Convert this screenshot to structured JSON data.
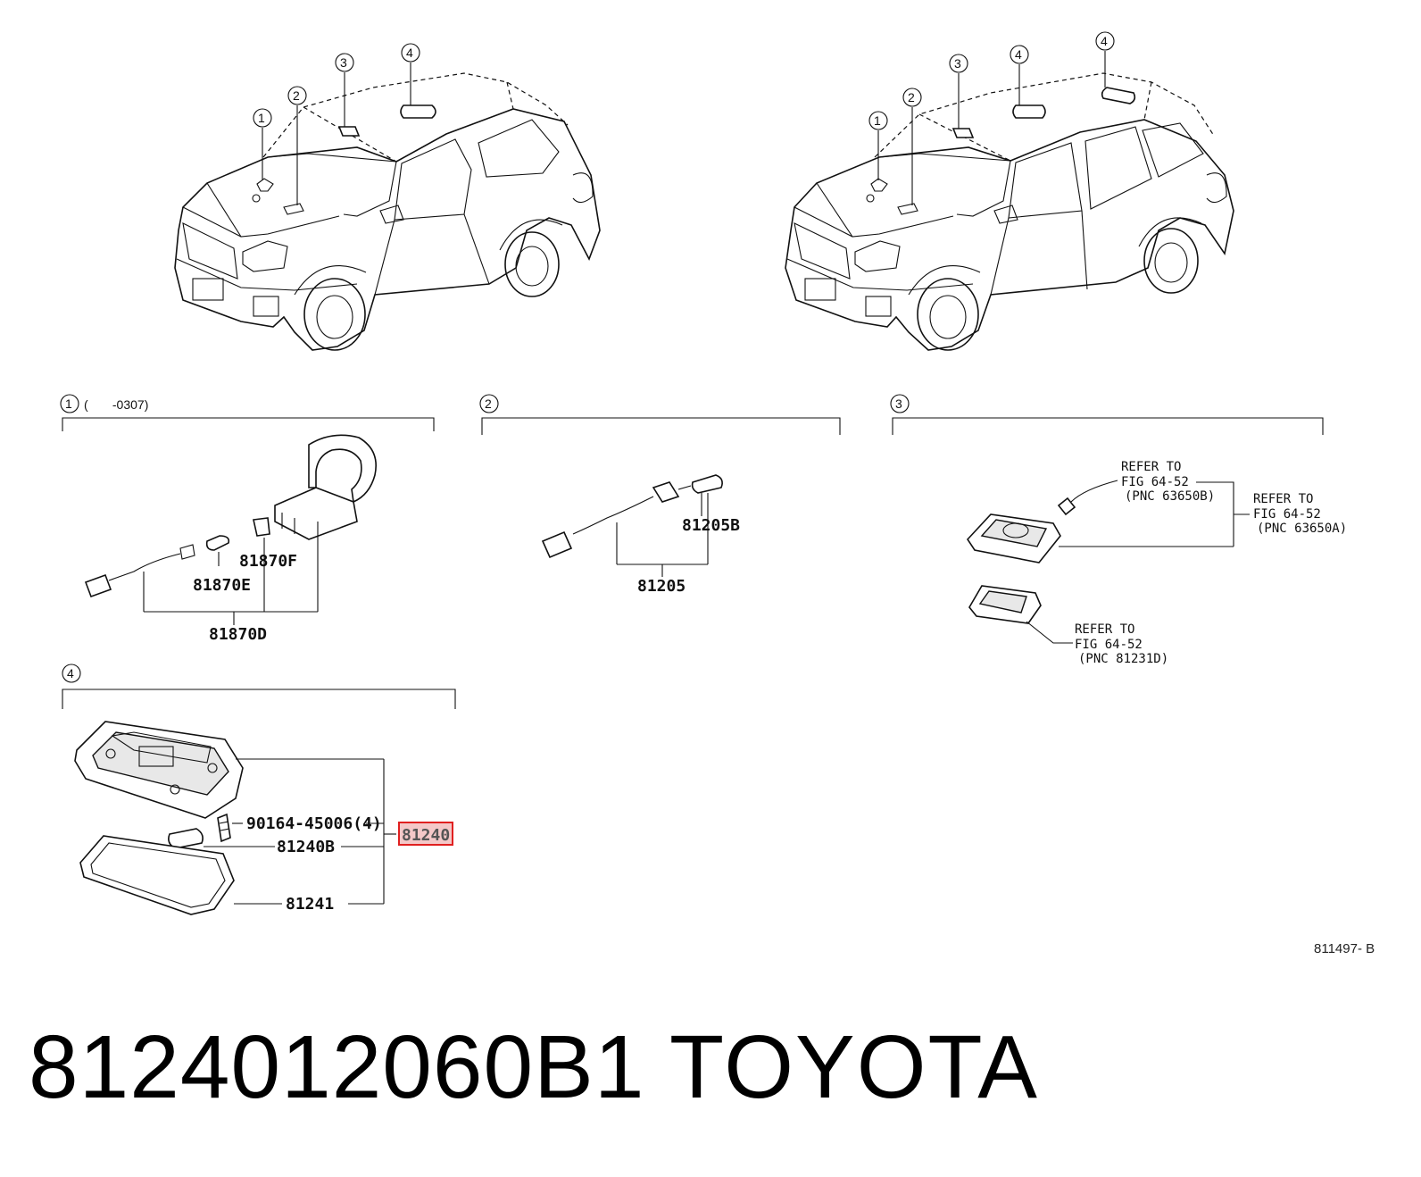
{
  "figure_code": "811497- B",
  "footer": {
    "part_number": "8124012060B1",
    "brand": "TOYOTA"
  },
  "vehicle_left": {
    "callouts": [
      "1",
      "2",
      "3",
      "4"
    ]
  },
  "vehicle_right": {
    "callouts": [
      "1",
      "2",
      "3",
      "4",
      "4"
    ]
  },
  "section1": {
    "index": "1",
    "range": "(       -0307)",
    "labels": {
      "p_81870F": "81870F",
      "p_81870E": "81870E",
      "p_81870D": "81870D"
    }
  },
  "section2": {
    "index": "2",
    "labels": {
      "p_81205B": "81205B",
      "p_81205": "81205"
    }
  },
  "section3": {
    "index": "3",
    "refs": {
      "ref1": [
        "REFER TO",
        "FIG 64-52",
        "(PNC 63650B)"
      ],
      "ref2": [
        "REFER TO",
        "FIG 64-52",
        "(PNC 63650A)"
      ],
      "ref3": [
        "REFER TO",
        "FIG 64-52",
        "(PNC 81231D)"
      ]
    }
  },
  "section4": {
    "index": "4",
    "labels": {
      "screw": "90164-45006(4)",
      "bulb": "81240B",
      "lens": "81241",
      "assembly": "81240"
    },
    "highlight_color": "#e02020"
  }
}
